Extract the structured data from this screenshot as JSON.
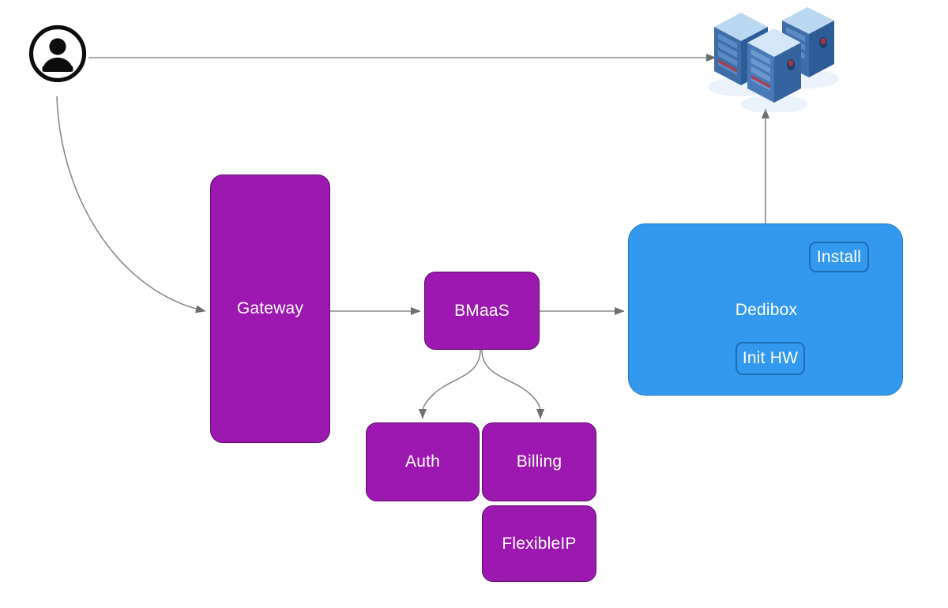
{
  "diagram": {
    "title": "BMaaS Dedibox architecture flow",
    "background_color": "#FFFFFF",
    "palette": {
      "purple_fill": "#9C18B0",
      "purple_border": "#5E0C6B",
      "blue_fill": "#3399EE",
      "blue_border": "#2079C4",
      "subbox_border": "#1A6FB5",
      "edge_color": "#7F7F7F",
      "icon_black": "#0D0D0D",
      "server_blue_dark": "#2E5C96",
      "server_blue_mid": "#4A79B8",
      "server_blue_light": "#AFD2F0",
      "server_accent_red": "#B03040",
      "label_color": "#FFFFFF"
    },
    "nodes": {
      "gateway": {
        "label": "Gateway",
        "shape": "rounded-rect",
        "fill": "#9C18B0"
      },
      "bmaas": {
        "label": "BMaaS",
        "shape": "rounded-rect",
        "fill": "#9C18B0"
      },
      "auth": {
        "label": "Auth",
        "shape": "rounded-rect",
        "fill": "#9C18B0"
      },
      "billing": {
        "label": "Billing",
        "shape": "rounded-rect",
        "fill": "#9C18B0"
      },
      "flexibleip": {
        "label": "FlexibleIP",
        "shape": "rounded-rect",
        "fill": "#9C18B0"
      },
      "dedibox": {
        "label": "Dedibox",
        "shape": "rounded-rect",
        "fill": "#3399EE"
      },
      "install": {
        "label": "Install",
        "shape": "rounded-rect",
        "fill": "#3399EE"
      },
      "init_hw": {
        "label": "Init HW",
        "shape": "rounded-rect",
        "fill": "#3399EE"
      }
    },
    "icons": {
      "user": {
        "name": "user-icon",
        "description": "person in circle"
      },
      "servers": {
        "name": "server-stack-icon",
        "description": "three isometric server racks"
      }
    },
    "edges": [
      {
        "from": "user",
        "to": "servers",
        "style": "straight",
        "arrow": "end"
      },
      {
        "from": "user",
        "to": "gateway",
        "style": "curved",
        "arrow": "end"
      },
      {
        "from": "gateway",
        "to": "bmaas",
        "style": "straight",
        "arrow": "end"
      },
      {
        "from": "bmaas",
        "to": "dedibox",
        "style": "straight",
        "arrow": "end"
      },
      {
        "from": "bmaas",
        "to": "auth",
        "style": "curved",
        "arrow": "end"
      },
      {
        "from": "bmaas",
        "to": "billing",
        "style": "curved",
        "arrow": "end"
      },
      {
        "from": "dedibox",
        "to": "servers",
        "style": "straight",
        "arrow": "end"
      }
    ]
  }
}
